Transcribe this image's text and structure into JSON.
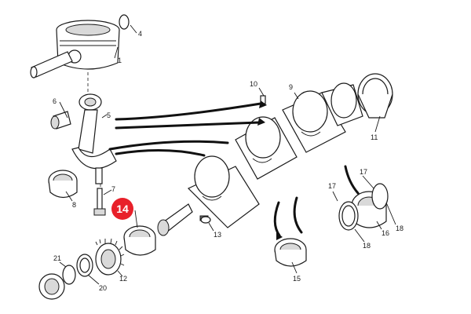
{
  "parts": [
    {
      "id": "piston",
      "label": "1"
    },
    {
      "id": "circlip",
      "label": "4"
    },
    {
      "id": "connecting-rod",
      "label": "5"
    },
    {
      "id": "piston-pin-bush",
      "label": "6"
    },
    {
      "id": "rod-bolt",
      "label": "7"
    },
    {
      "id": "rod-bearing",
      "label": "8"
    },
    {
      "id": "crankshaft",
      "label": "9"
    },
    {
      "id": "dowel",
      "label": "10"
    },
    {
      "id": "rear-bearing",
      "label": "11"
    },
    {
      "id": "gear",
      "label": "12"
    },
    {
      "id": "woodruff-key",
      "label": "13"
    },
    {
      "id": "front-bushing",
      "label": "14",
      "highlight": true
    },
    {
      "id": "main-bearing-lower",
      "label": "15"
    },
    {
      "id": "thrust-bearing",
      "label": "16"
    },
    {
      "id": "thrust-washer-upper-right",
      "label": "17"
    },
    {
      "id": "thrust-washer-upper-left",
      "label": "17"
    },
    {
      "id": "thrust-ring-right",
      "label": "18"
    },
    {
      "id": "thrust-ring-lower",
      "label": "18"
    },
    {
      "id": "spacer",
      "label": "20"
    },
    {
      "id": "seal-ring",
      "label": "21"
    }
  ],
  "highlight_color": "#e8202a"
}
